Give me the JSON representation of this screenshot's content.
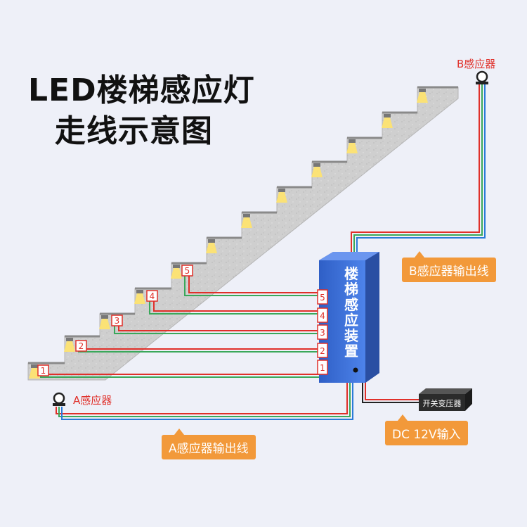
{
  "title": {
    "line1": "LED楼梯感应灯",
    "line2": "走线示意图"
  },
  "controller": {
    "label": "楼梯感应装置"
  },
  "sensors": {
    "a": "A感应器",
    "b": "B感应器"
  },
  "transformer": {
    "label": "开关变压器"
  },
  "callouts": {
    "b_output": "B感应器输出线",
    "a_output": "A感应器输出线",
    "dc_input": "DC 12V输入"
  },
  "step_numbers": [
    "1",
    "2",
    "3",
    "4",
    "5"
  ],
  "port_numbers": [
    "5",
    "4",
    "3",
    "2",
    "1"
  ],
  "colors": {
    "wire_red": "#e0302a",
    "wire_green": "#3aa85a",
    "box_blue": "#3d6fd6",
    "callout_orange": "#f2993a",
    "stair_gray": "#c9c9c9"
  }
}
